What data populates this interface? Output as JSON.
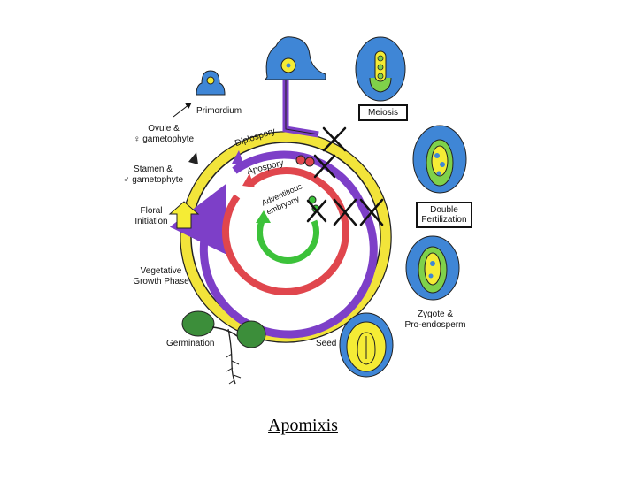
{
  "caption": "Apomixis",
  "labels": {
    "primordium": "Primordium",
    "ovule_line1": "Ovule &",
    "ovule_line2": "♀ gametophyte",
    "stamen_line1": "Stamen &",
    "stamen_line2": "♂ gametophyte",
    "floral_line1": "Floral",
    "floral_line2": "Initiation",
    "vegetative_line1": "Vegetative",
    "vegetative_line2": "Growth Phase",
    "germination": "Germination",
    "seed": "Seed",
    "meiosis": "Meiosis",
    "double_fert_line1": "Double",
    "double_fert_line2": "Fertilization",
    "zygote_line1": "Zygote &",
    "zygote_line2": "Pro-endosperm",
    "diplospory": "Diplospory",
    "apospory": "Apospory",
    "adventitious_line1": "Adventitious",
    "adventitious_line2": "embryony"
  },
  "colors": {
    "outer_ring": "#f2e43a",
    "diplospory": "#7d3fc8",
    "apospory": "#e0464d",
    "adventitious": "#3cc23a",
    "ovule_blue": "#3f86d6",
    "ovule_green": "#7fd14a",
    "yellow": "#f5ec35",
    "leaf_green": "#3c8e3a"
  }
}
